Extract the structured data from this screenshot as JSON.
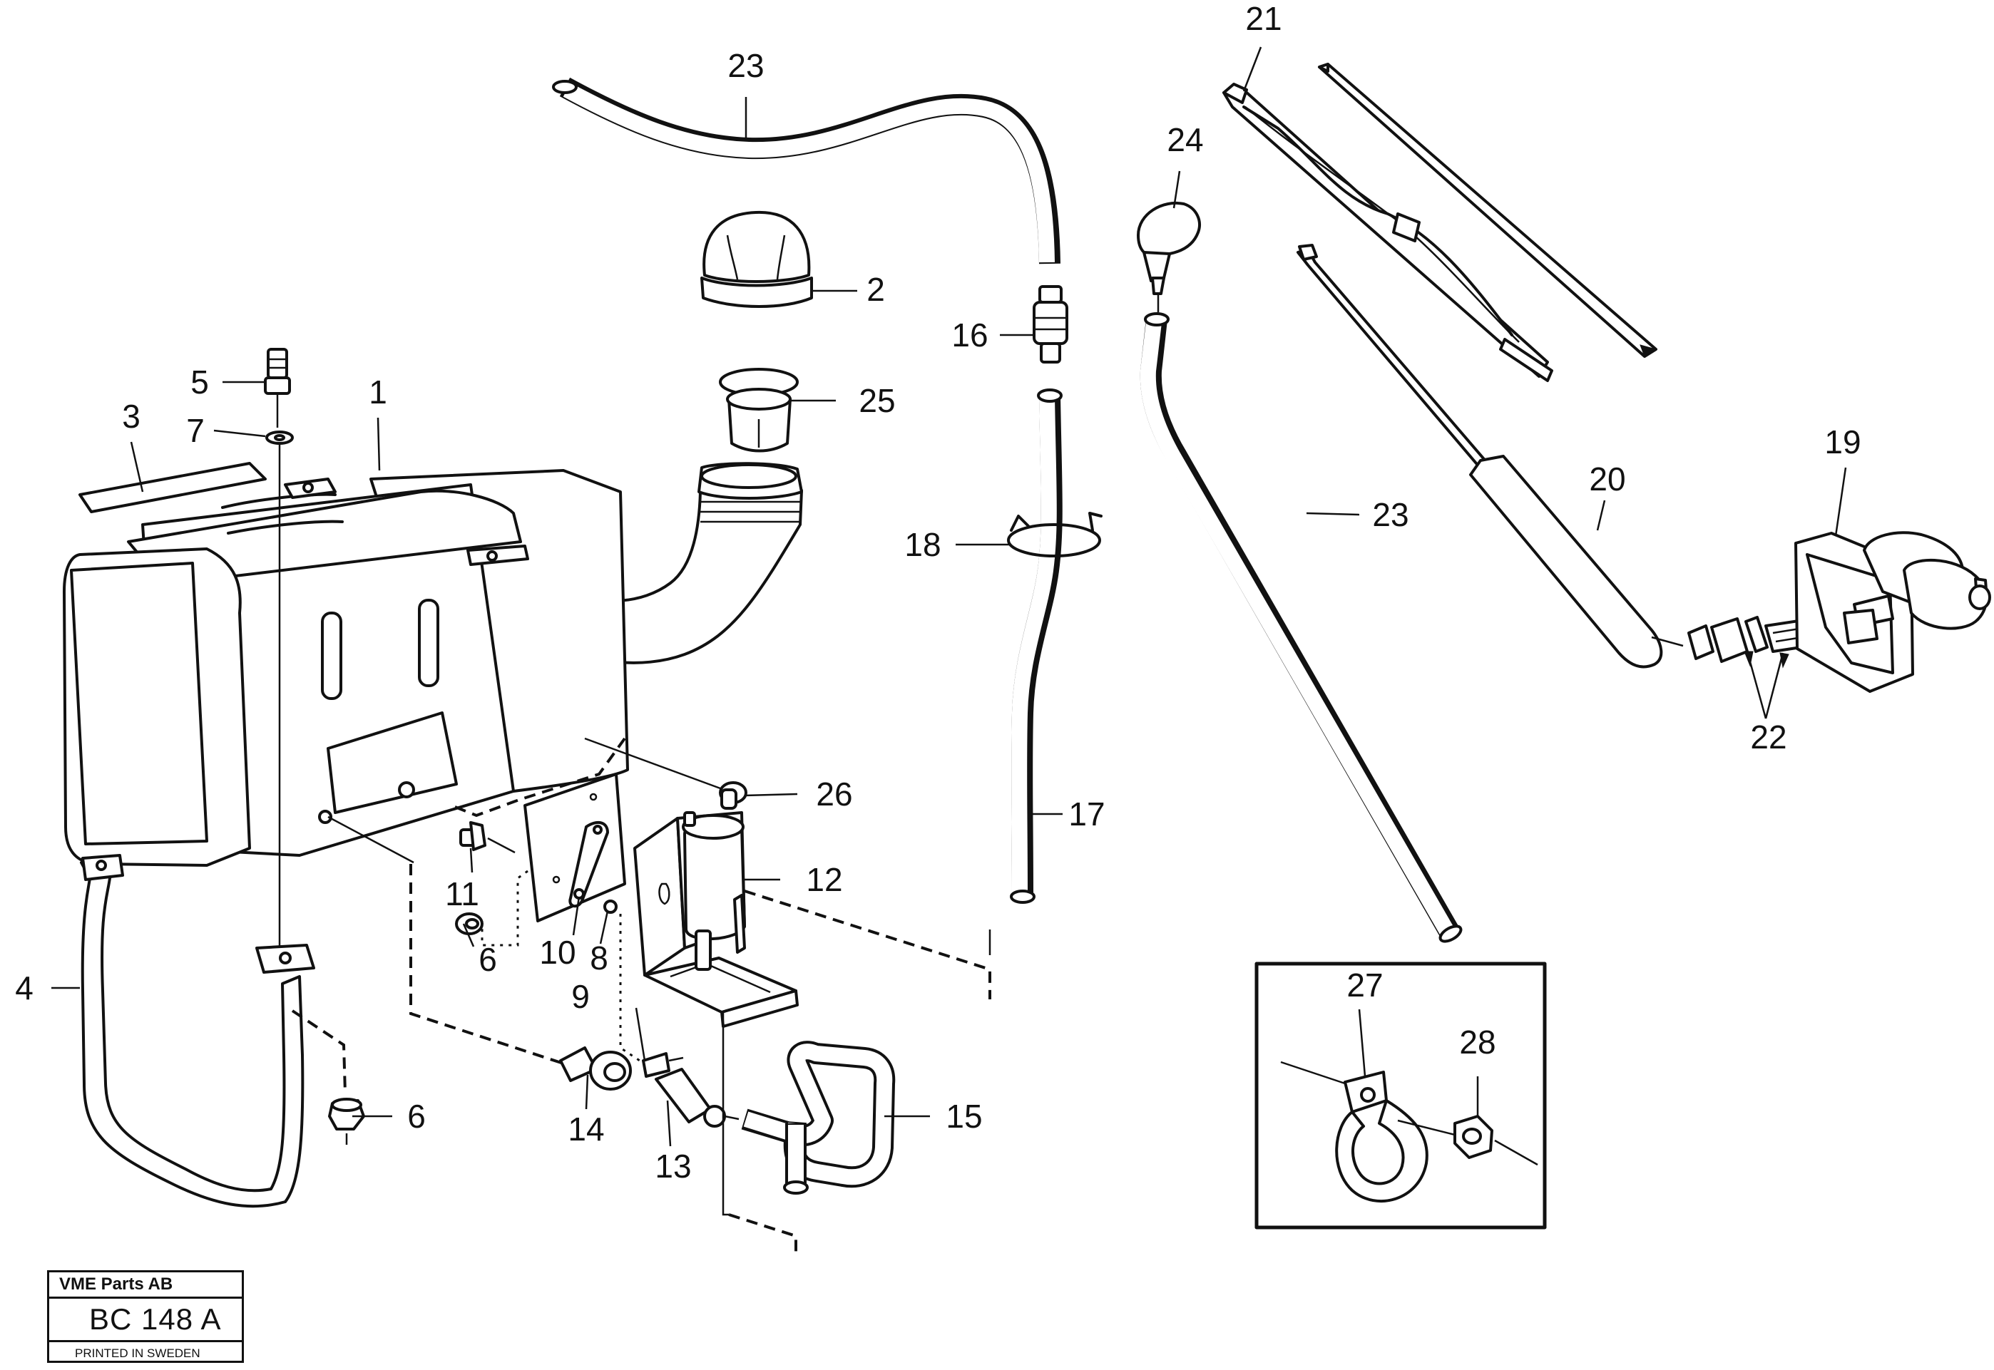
{
  "labels": {
    "l1": "1",
    "l2": "2",
    "l3": "3",
    "l4": "4",
    "l5": "5",
    "l6a": "6",
    "l6b": "6",
    "l7": "7",
    "l8": "8",
    "l9": "9",
    "l10": "10",
    "l11": "11",
    "l12": "12",
    "l13": "13",
    "l14": "14",
    "l15": "15",
    "l16": "16",
    "l17": "17",
    "l18": "18",
    "l19": "19",
    "l20": "20",
    "l21": "21",
    "l22": "22",
    "l23a": "23",
    "l23b": "23",
    "l24": "24",
    "l25": "25",
    "l26": "26",
    "l27": "27",
    "l28": "28"
  },
  "stamp": {
    "company": "VME Parts AB",
    "code": "BC 148 A",
    "printed": "PRINTED IN SWEDEN"
  }
}
